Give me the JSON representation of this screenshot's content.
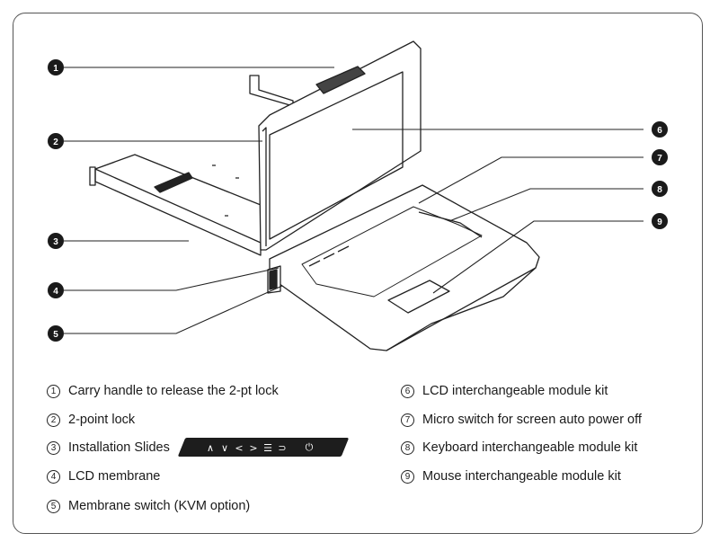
{
  "callouts": [
    "1",
    "2",
    "3",
    "4",
    "5",
    "6",
    "7",
    "8",
    "9"
  ],
  "legend": [
    {
      "num": "1",
      "text": "Carry handle to release the 2-pt lock"
    },
    {
      "num": "2",
      "text": "2-point lock"
    },
    {
      "num": "3",
      "text": "Installation Slides"
    },
    {
      "num": "4",
      "text": "LCD membrane"
    },
    {
      "num": "5",
      "text": "Membrane switch (KVM option)"
    },
    {
      "num": "6",
      "text": "LCD interchangeable module kit"
    },
    {
      "num": "7",
      "text": "Micro switch for screen auto power off"
    },
    {
      "num": "8",
      "text": "Keyboard interchangeable module kit"
    },
    {
      "num": "9",
      "text": "Mouse interchangeable module kit"
    }
  ],
  "membrane_keys": [
    "∧",
    "∨",
    "<",
    ">",
    "☰",
    "⊃",
    "⏻"
  ],
  "colors": {
    "frame": "#555555",
    "callout_fill": "#1a1a1a",
    "line": "#222222",
    "membrane": "#1d1d1d"
  }
}
